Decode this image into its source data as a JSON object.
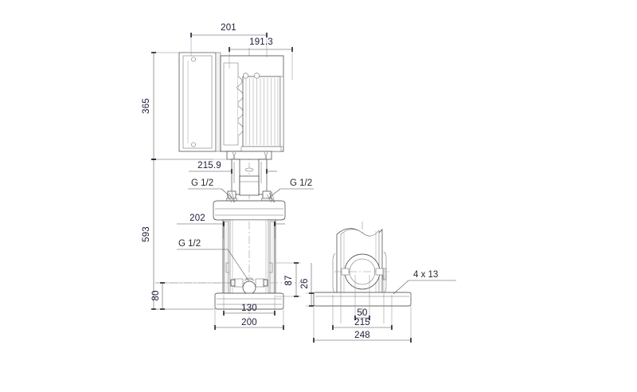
{
  "drawing": {
    "title": "Grundfos CRE vertical multistage pump - dimensional drawing",
    "background_color": "#ffffff",
    "line_color": "#3a3a3a",
    "dimension_text_color": "#1b1b3a"
  },
  "dimensions": {
    "top_width_201": "201",
    "motor_width_191_3": "191.3",
    "motor_height_365": "365",
    "overall_height_593": "593",
    "port_spacing_215_9": "215.9",
    "pump_width_202": "202",
    "base_bolt_80": "80",
    "port_height_87": "87",
    "base_inner_130": "130",
    "base_outer_200": "200",
    "side_base_thickness_26": "26",
    "side_shaft_50": "50",
    "side_bolt_215": "215",
    "side_base_248": "248"
  },
  "callouts": {
    "gauge_port_top_left": "G 1/2",
    "gauge_port_top_right": "G 1/2",
    "gauge_port_mid_left": "G 1/2",
    "bolt_holes": "4 x 13"
  },
  "views": {
    "front": {
      "name": "front-view",
      "components": [
        "terminal-box",
        "motor-with-cooling-fins",
        "motor-stool",
        "shaft-coupling",
        "pump-head",
        "pump-chamber-stack",
        "tie-rods",
        "suction-discharge-port",
        "base-plate"
      ]
    },
    "side": {
      "name": "side-view",
      "components": [
        "pump-body",
        "flange-port-circle",
        "base-plate",
        "bolt-hole"
      ]
    }
  }
}
